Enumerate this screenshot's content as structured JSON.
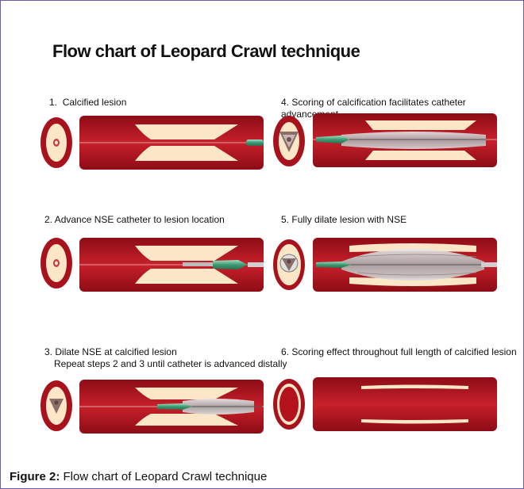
{
  "figure": {
    "title": "Flow chart of Leopard Crawl technique",
    "steps": [
      {
        "number": "1.",
        "text": "Calcified lesion",
        "line2": ""
      },
      {
        "number": "2.",
        "text": "Advance NSE catheter to lesion location",
        "line2": ""
      },
      {
        "number": "3.",
        "text": "Dilate NSE at calcified lesion",
        "line2": "Repeat steps 2 and 3 until catheter is advanced distally"
      },
      {
        "number": "4.",
        "text": "Scoring of calcification facilitates catheter advancement",
        "line2": ""
      },
      {
        "number": "5.",
        "text": "Fully dilate lesion with NSE",
        "line2": ""
      },
      {
        "number": "6.",
        "text": "Scoring effect throughout full length of calcified lesion",
        "line2": ""
      }
    ]
  },
  "caption": {
    "label": "Figure 2:",
    "text": "Flow chart of Leopard Crawl technique"
  },
  "colors": {
    "vessel": "#b3121c",
    "vessel_dark": "#7a0a12",
    "plaque": "#fbe6c8",
    "catheter": "#4fb08a",
    "frame": "#6a5aa8"
  }
}
